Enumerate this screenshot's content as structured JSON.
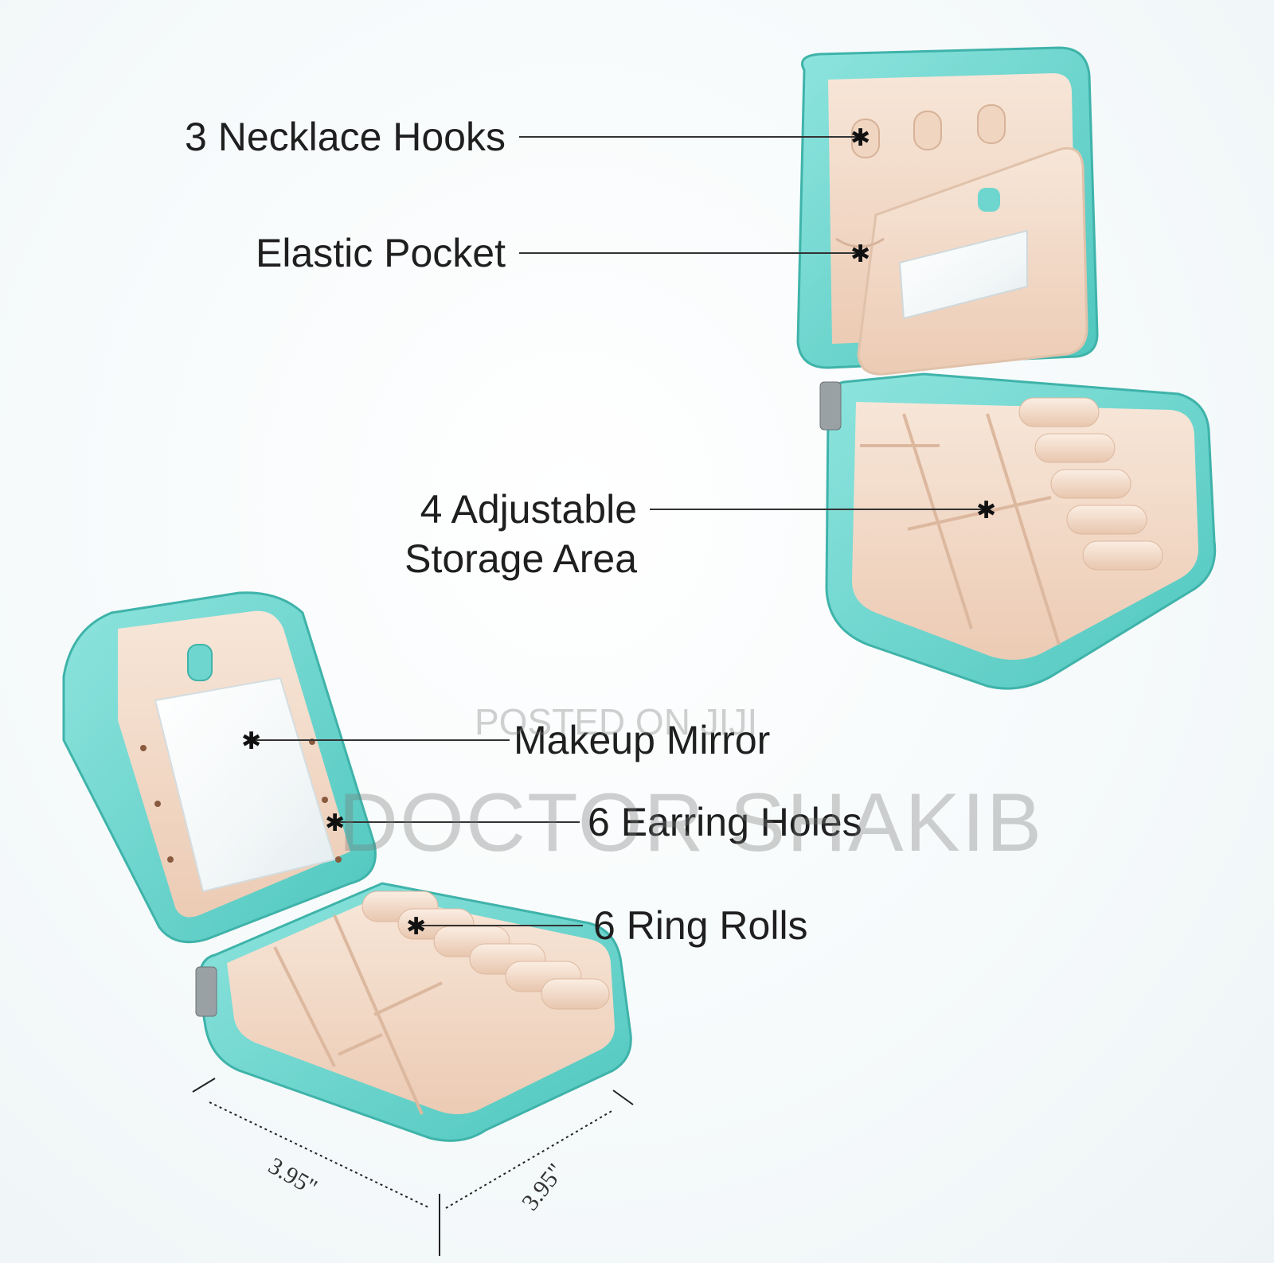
{
  "callouts": {
    "necklace_hooks": "3 Necklace Hooks",
    "elastic_pocket": "Elastic Pocket",
    "storage_line1": "4 Adjustable",
    "storage_line2": "Storage Area",
    "makeup_mirror": "Makeup Mirror",
    "earring_holes": "6 Earring Holes",
    "ring_rolls": "6 Ring Rolls"
  },
  "dimensions": {
    "width": "3.95\"",
    "depth": "3.95\""
  },
  "watermark": {
    "posted": "POSTED ON JIJI",
    "seller": "DOCTOR SHAKIB"
  },
  "colors": {
    "case": "#6fd6cf",
    "lining": "#f3dccb",
    "text": "#1f1f1f"
  }
}
